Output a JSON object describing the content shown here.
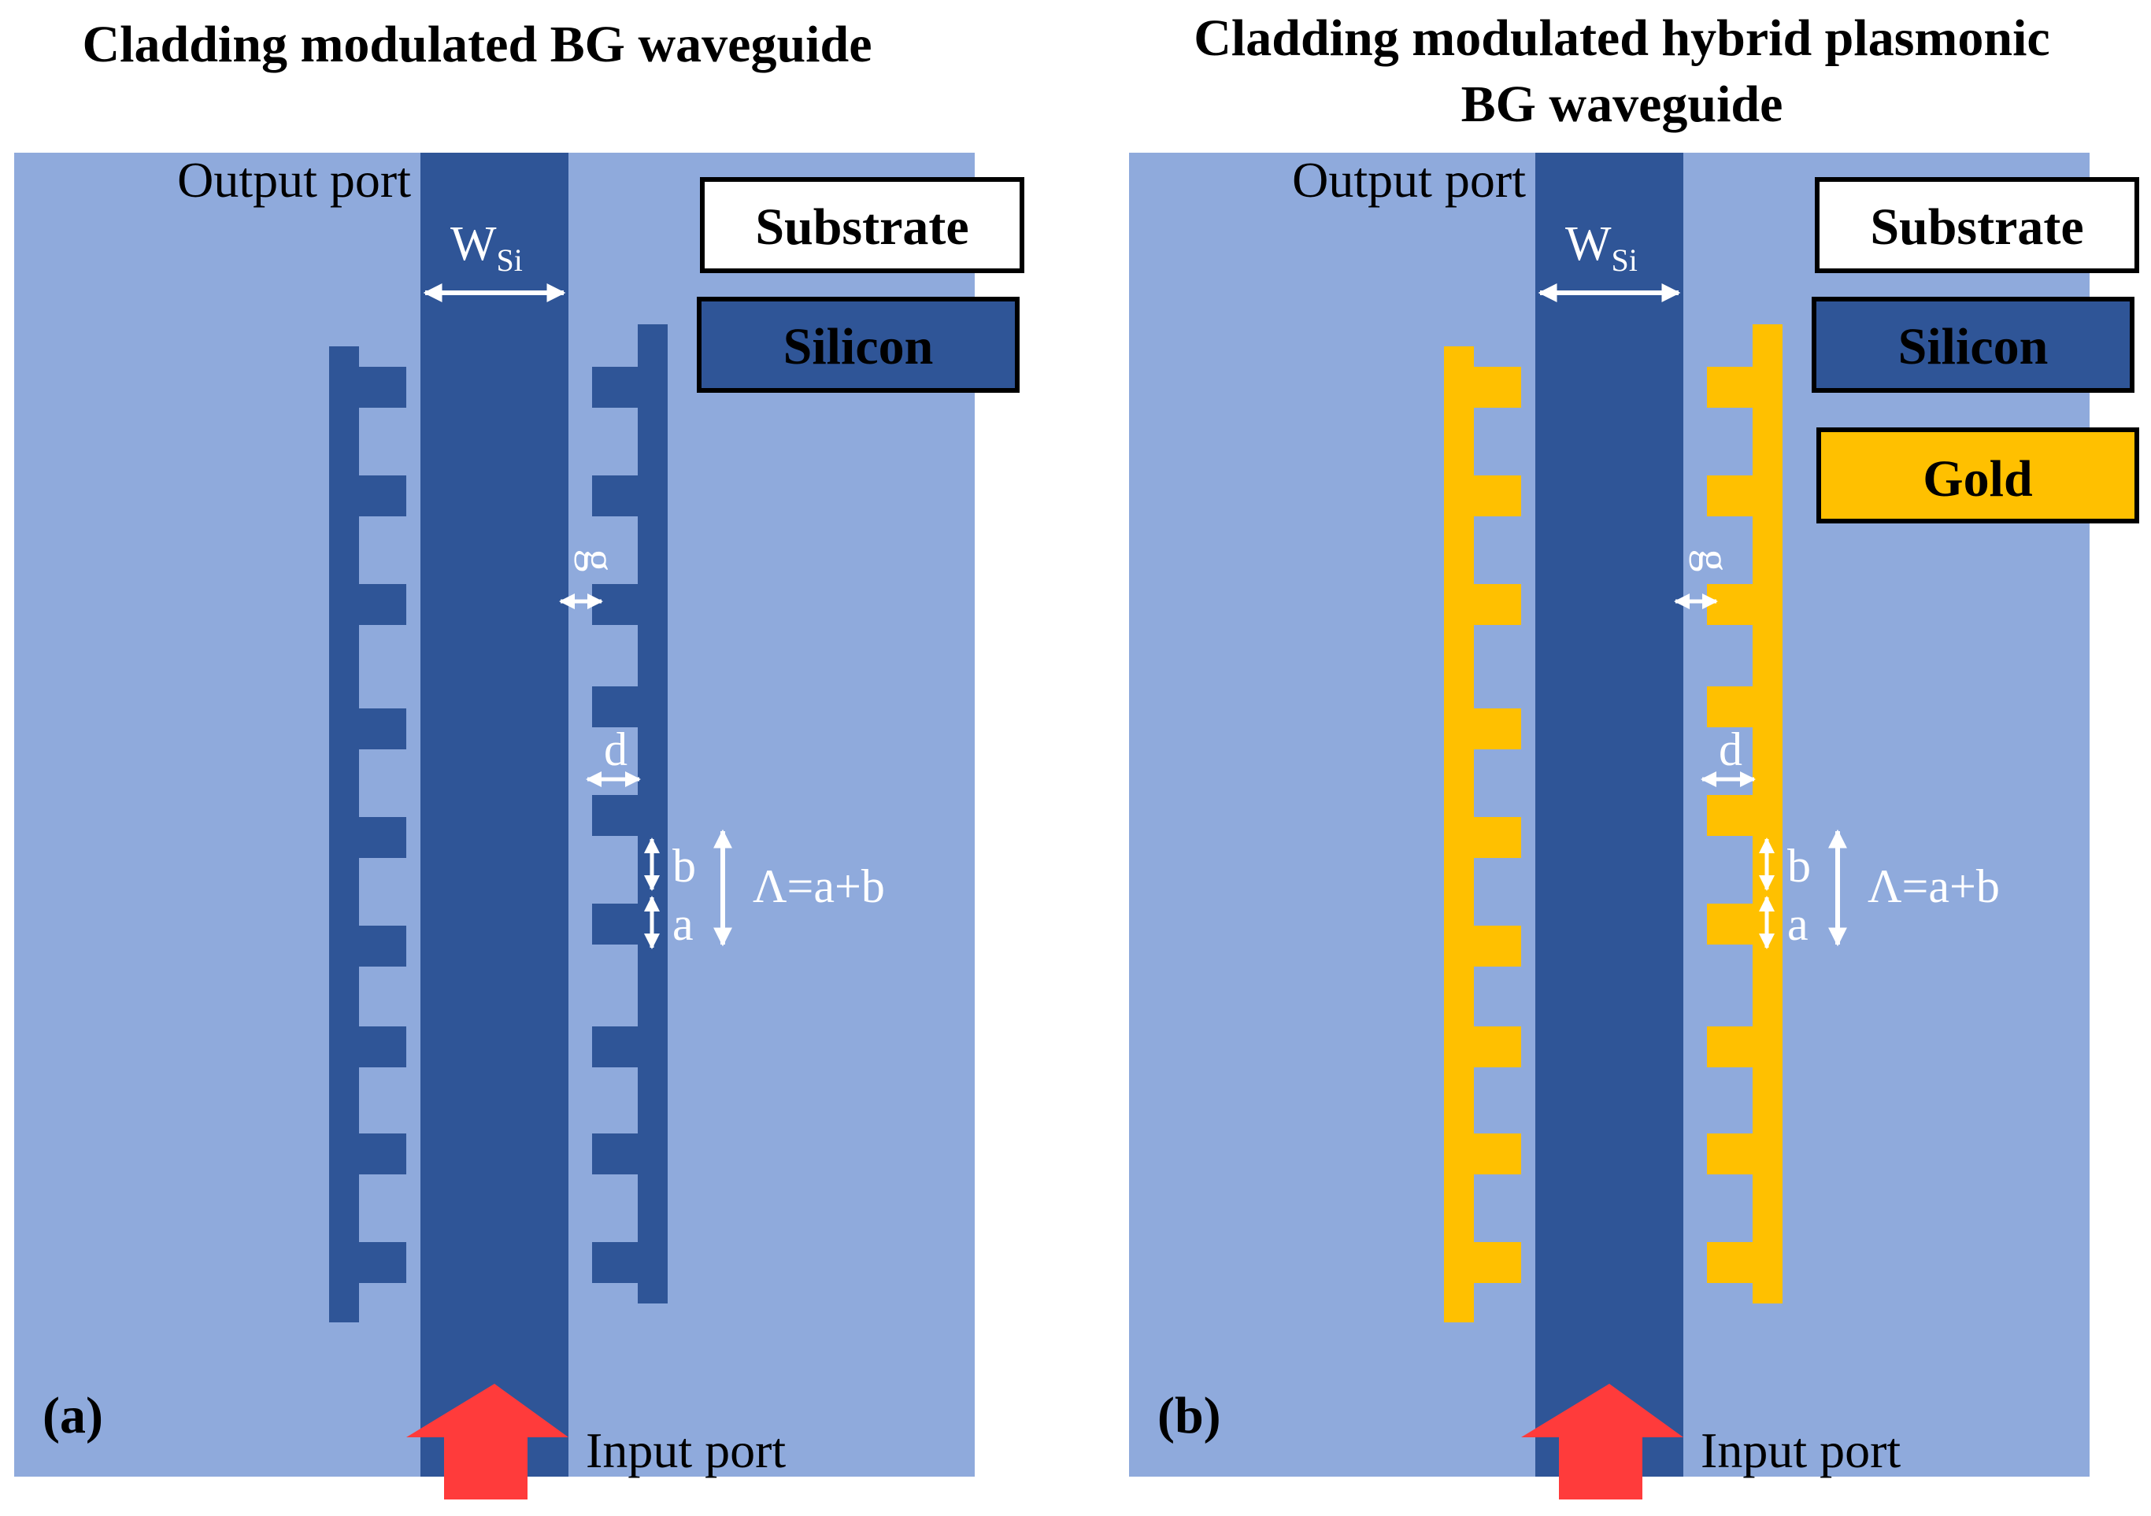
{
  "panels": [
    {
      "id": "a",
      "title_lines": [
        "Cladding modulated BG waveguide"
      ],
      "panel_label": "(a)",
      "output_port": "Output port",
      "input_port": "Input port",
      "width_label": "W",
      "width_sub": "Si",
      "gap_label": "g",
      "depth_label": "d",
      "b_label": "b",
      "a_label": "a",
      "period_label": "Λ=a+b",
      "grating_color": "#2f5597",
      "legend": [
        {
          "label": "Substrate",
          "fill": "#8faadc",
          "text_color": "#000000"
        },
        {
          "label": "Silicon",
          "fill": "#2f5597",
          "text_color": "#000000"
        }
      ]
    },
    {
      "id": "b",
      "title_lines": [
        "Cladding modulated hybrid plasmonic",
        "BG waveguide"
      ],
      "panel_label": "(b)",
      "output_port": "Output port",
      "input_port": "Input port",
      "width_label": "W",
      "width_sub": "Si",
      "gap_label": "g",
      "depth_label": "d",
      "b_label": "b",
      "a_label": "a",
      "period_label": "Λ=a+b",
      "grating_color": "#ffc000",
      "legend": [
        {
          "label": "Substrate",
          "fill": "#8faadc",
          "text_color": "#000000"
        },
        {
          "label": "Silicon",
          "fill": "#2f5597",
          "text_color": "#000000"
        },
        {
          "label": "Gold",
          "fill": "#ffc000",
          "text_color": "#000000"
        }
      ]
    }
  ],
  "colors": {
    "substrate": "#8faadc",
    "silicon": "#2f5597",
    "gold": "#ffc000",
    "arrow": "#ff3b3b",
    "annotation": "#ffffff"
  }
}
